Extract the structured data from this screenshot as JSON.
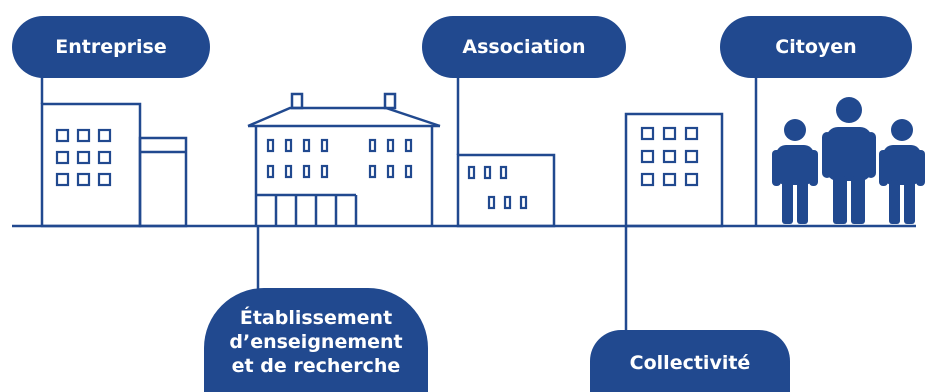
{
  "labels": {
    "entreprise": "Entreprise",
    "association": "Association",
    "citoyen": "Citoyen",
    "etablissement_line1": "Établissement",
    "etablissement_line2": "d’enseignement",
    "etablissement_line3": "et de recherche",
    "collectivite": "Collectivité"
  },
  "colors": {
    "primary": "#21498f",
    "background": "#ffffff"
  }
}
